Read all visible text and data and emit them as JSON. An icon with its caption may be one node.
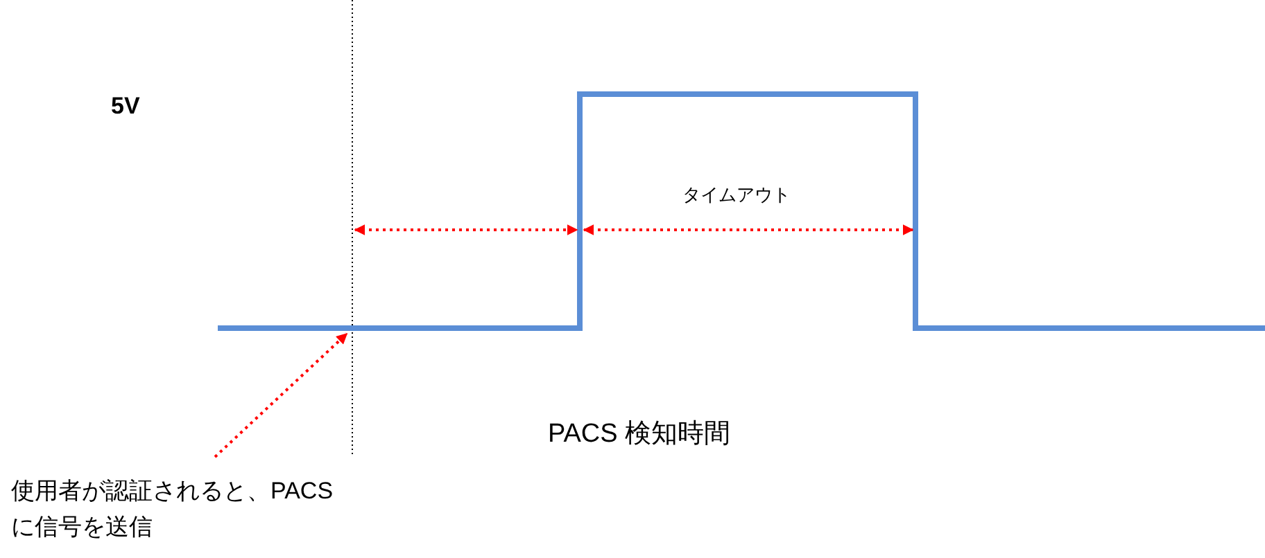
{
  "diagram": {
    "nodes": [
      {
        "text": [
          "使用者が認証されると、PACS に信号を送信"
        ]
      },
      {
        "text": [],
        "shape": "line"
      }
    ],
    "edges": [
      {
        "from": 0,
        "to": 1,
        "arrow": "to",
        "style": "dashed",
        "color": "#ff0000"
      }
    ],
    "labels": [
      "5V",
      "タイムアウト",
      "PACS 検知時間"
    ]
  }
}
